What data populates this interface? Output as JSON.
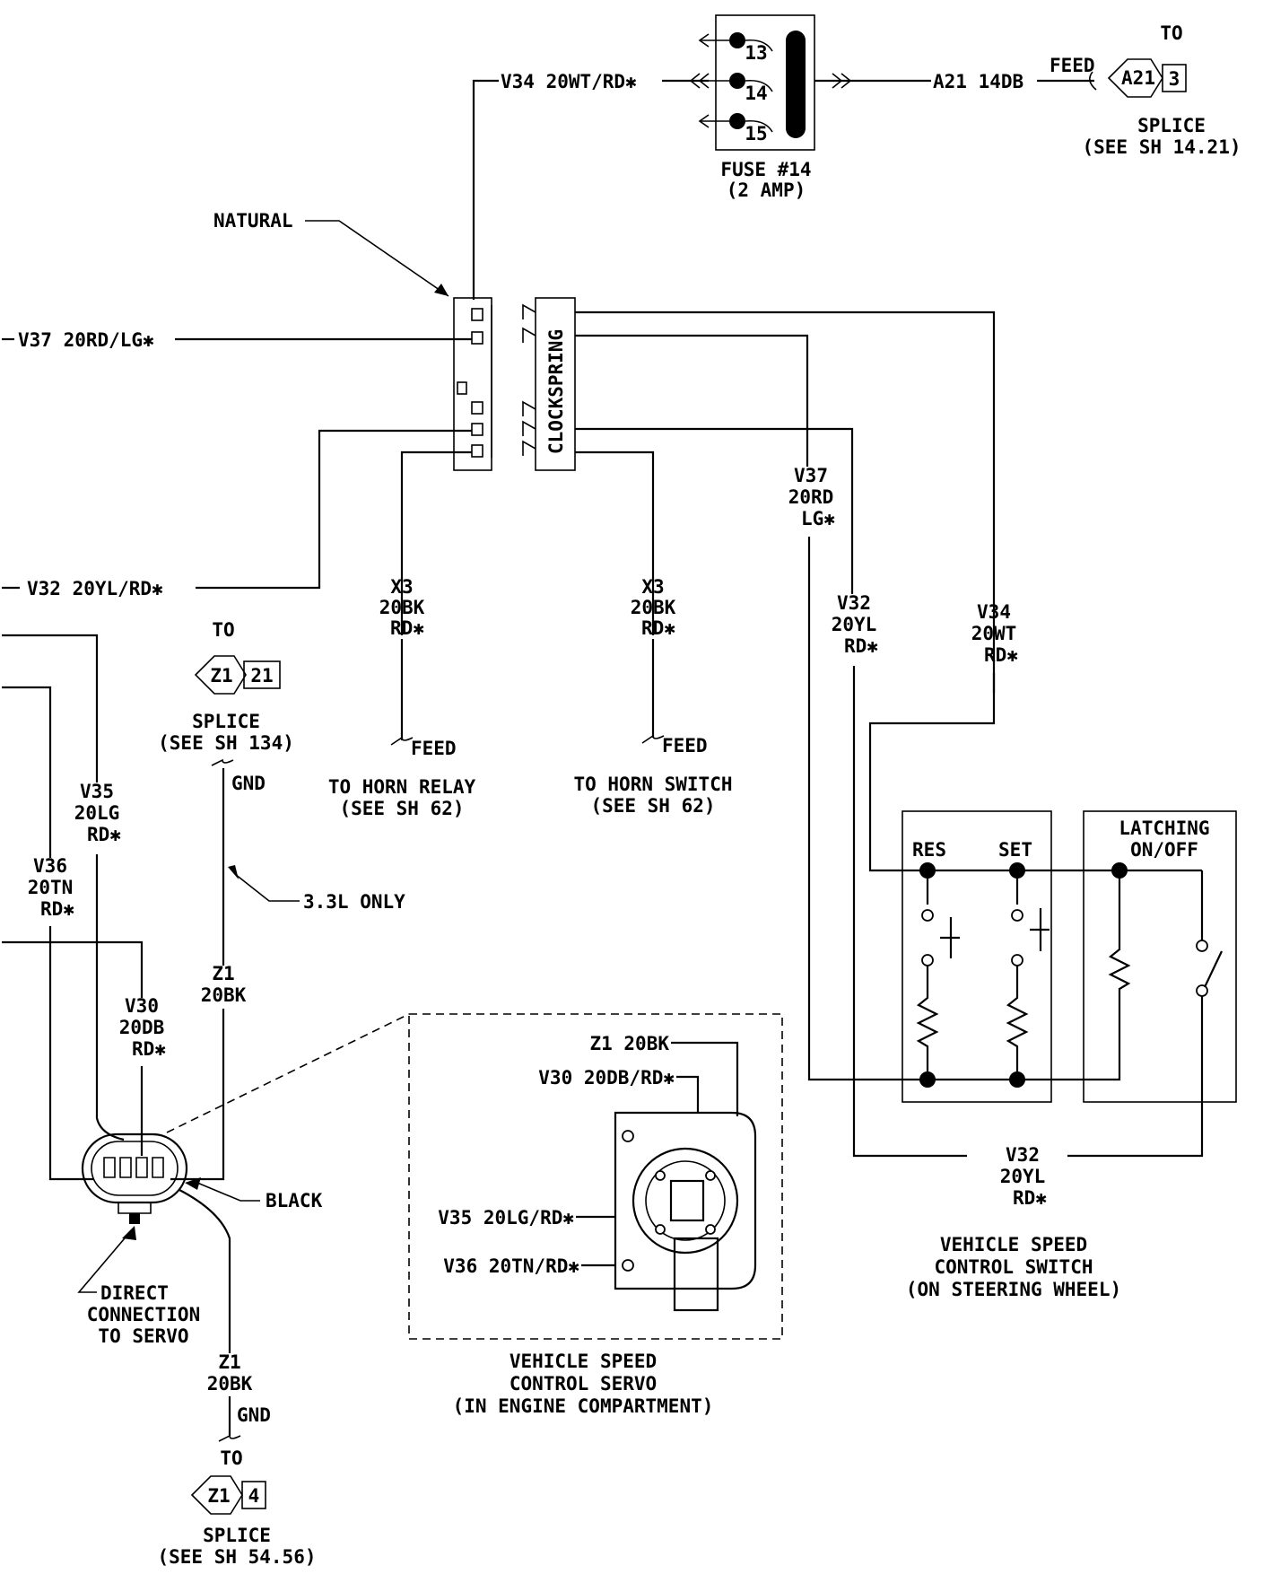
{
  "fuse": {
    "pins": [
      "13",
      "14",
      "15"
    ],
    "label": "FUSE #14",
    "rating": "(2 AMP)"
  },
  "wires": {
    "v34_top": "V34 20WT/RD✱",
    "a21": "A21 14DB",
    "feed_a21": "FEED",
    "v37_left": "V37 20RD/LG✱",
    "v32_left": "V32 20YL/RD✱",
    "x3_left": [
      "X3",
      "20BK",
      "RD✱"
    ],
    "x3_right": [
      "X3",
      "20BK",
      "RD✱"
    ],
    "v37_right": [
      "V37",
      "20RD",
      "LG✱"
    ],
    "v32_right": [
      "V32",
      "20YL",
      "RD✱"
    ],
    "v34_right": [
      "V34",
      "20WT",
      "RD✱"
    ],
    "v35": [
      "V35",
      "20LG",
      "RD✱"
    ],
    "v36": [
      "V36",
      "20TN",
      "RD✱"
    ],
    "v30": [
      "V30",
      "20DB",
      "RD✱"
    ],
    "z1_upper": [
      "Z1",
      "20BK"
    ],
    "z1_lower": [
      "Z1",
      "20BK"
    ],
    "v32_bottom": [
      "V32",
      "20YL",
      "RD✱"
    ]
  },
  "splices": {
    "a21": {
      "to": "TO",
      "id": "A21",
      "num": "3",
      "name": "SPLICE",
      "ref": "(SEE SH 14.21)"
    },
    "z1_top": {
      "to": "TO",
      "id": "Z1",
      "num": "21",
      "name": "SPLICE",
      "ref": "(SEE SH 134)"
    },
    "z1_bottom": {
      "to": "TO",
      "id": "Z1",
      "num": "4",
      "name": "SPLICE",
      "ref": "(SEE SH 54.56)"
    }
  },
  "labels": {
    "natural": "NATURAL",
    "clockspring": "CLOCKSPRING",
    "feed_relay": "FEED",
    "feed_switch": "FEED",
    "horn_relay": "TO HORN RELAY",
    "horn_relay_ref": "(SEE SH 62)",
    "horn_switch": "TO HORN SWITCH",
    "horn_switch_ref": "(SEE SH 62)",
    "gnd_top": "GND",
    "gnd_bottom": "GND",
    "only_33": "3.3L ONLY",
    "black": "BLACK",
    "direct": [
      "DIRECT",
      "CONNECTION",
      "TO SERVO"
    ],
    "res": "RES",
    "set": "SET",
    "latching": [
      "LATCHING",
      "ON/OFF"
    ],
    "switch_title": [
      "VEHICLE SPEED",
      "CONTROL SWITCH",
      "(ON STEERING WHEEL)"
    ],
    "servo_title": [
      "VEHICLE SPEED",
      "CONTROL SERVO",
      "(IN ENGINE COMPARTMENT)"
    ]
  },
  "servo_inset": {
    "z1": "Z1 20BK",
    "v30": "V30 20DB/RD✱",
    "v35": "V35 20LG/RD✱",
    "v36": "V36 20TN/RD✱"
  }
}
